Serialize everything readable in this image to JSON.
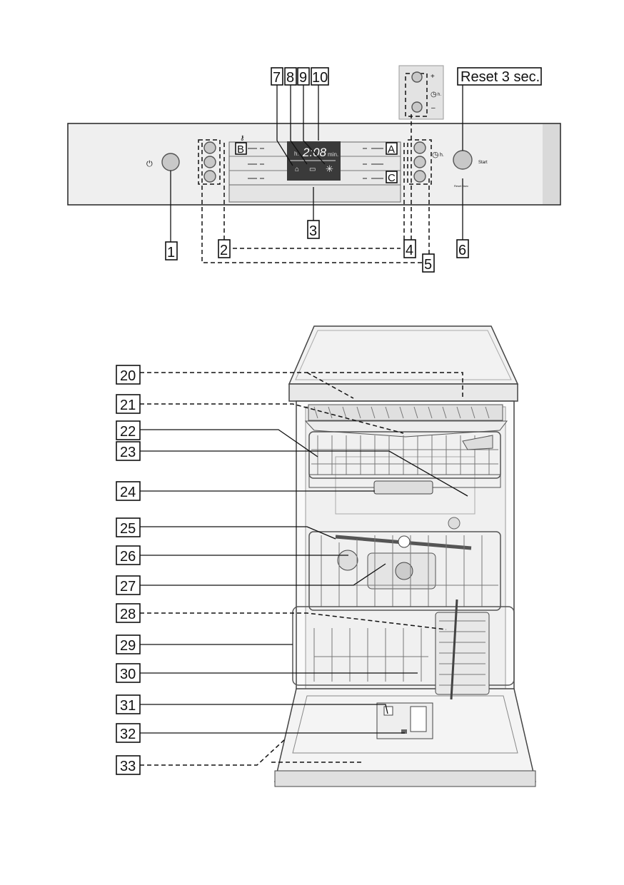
{
  "panel": {
    "reset_label": "Reset 3 sec.",
    "display_time": "2:08",
    "display_h": "h.",
    "display_min": "min.",
    "timer_h": "h.",
    "plus": "+",
    "minus": "–",
    "start_label": "Start",
    "reset_small": "Reset 3sec",
    "program_letters": [
      "B",
      "A",
      "C"
    ],
    "callouts": [
      "1",
      "2",
      "3",
      "4",
      "5",
      "6",
      "7",
      "8",
      "9",
      "10"
    ]
  },
  "dishwasher": {
    "callouts": [
      "20",
      "21",
      "22",
      "23",
      "24",
      "25",
      "26",
      "27",
      "28",
      "29",
      "30",
      "31",
      "32",
      "33"
    ]
  }
}
